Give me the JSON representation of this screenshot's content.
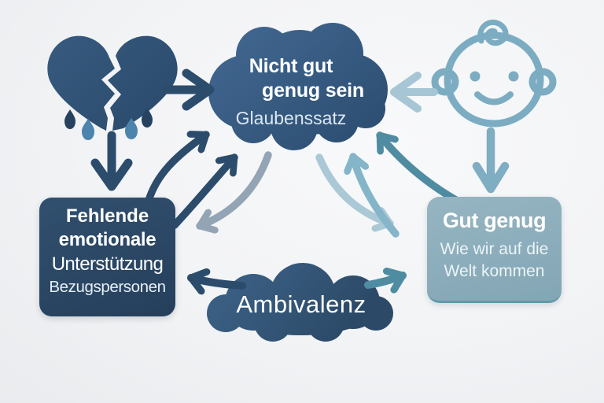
{
  "palette": {
    "background": "#F1F2F4",
    "dark_navy": "#2C4C6C",
    "belief_cloud_blue": "#3A5F88",
    "ambivalence_cloud_blue": "#33567A",
    "dark_box": "#2B4662",
    "light_box": "#8DAEBC",
    "baby_blue": "#7CACC2",
    "arrow_light_blue": "#A6C6D6",
    "arrow_medium_blue": "#85B5C9",
    "arrow_teal": "#4F8CA2",
    "arrow_gray": "#93A5B5",
    "drop_light_blue": "#4B84AD",
    "text_white": "#FFFFFF"
  },
  "icons": {
    "broken_heart": "broken-heart-icon",
    "tear_drops": "tear-drops-icon",
    "baby": "baby-face-icon"
  },
  "nodes": {
    "belief_cloud": {
      "line1": "Nicht gut",
      "line2": "genug sein",
      "label": "Glaubenssatz"
    },
    "missing_support": {
      "line1": "Fehlende",
      "line2": "emotionale",
      "line3": "Unterstützung",
      "sub": "Bezugspersonen"
    },
    "good_enough": {
      "title": "Gut genug",
      "sub1": "Wie wir auf die",
      "sub2": "Welt kommen"
    },
    "ambivalence": {
      "label": "Ambivalenz"
    }
  }
}
